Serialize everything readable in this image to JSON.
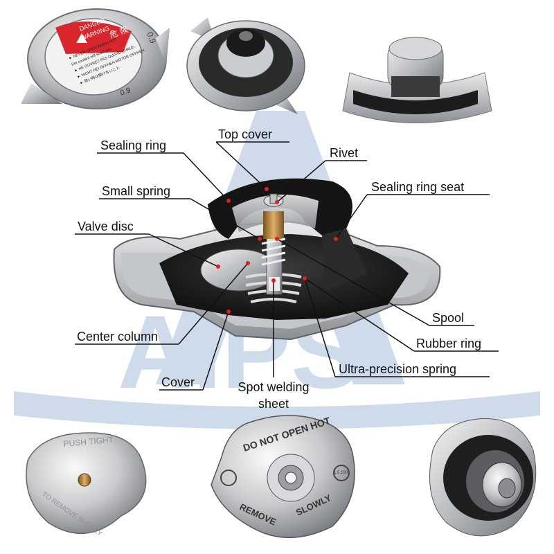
{
  "watermark": {
    "text": "AIPS",
    "color": "#9fb8d6"
  },
  "labels": {
    "top_cover": "Top cover",
    "sealing_ring": "Sealing ring",
    "rivet": "Rivet",
    "small_spring": "Small spring",
    "sealing_ring_seat": "Sealing ring seat",
    "valve_disc": "Valve disc",
    "spool": "Spool",
    "center_column": "Center column",
    "rubber_ring": "Rubber ring",
    "ultra_precision_spring": "Ultra-precision spring",
    "cover": "Cover",
    "spot_welding_line1": "Spot welding",
    "spot_welding_line2": "sheet"
  },
  "cap_prints": {
    "warning_header_1": "DANGER",
    "warning_header_2": "WARNING",
    "warning_kanji": "危 険",
    "warning_lines": [
      "► NEVER OPEN WHEN HOT.",
      "Hot coolant will scald you.",
      "► NE OUVREZ PAS QUAND CHAUD.",
      "► NICHT HEI ÖFFNEN MOTOR OFFNEN.",
      "► 熱い時は開けないこと"
    ],
    "pressure_rating": "0.9",
    "push_tight": "PUSH TIGHT",
    "remove_slowly": "TO REMOVE SLOWLY",
    "do_not_open_hot": "DO NOT OPEN HOT",
    "remove": "REMOVE",
    "slowly": "SLOWLY",
    "rating_badge": "1.5 100"
  },
  "colors": {
    "line": "#111111",
    "marker": "#e0201f",
    "warning_red": "#d8262c",
    "metal_light": "#e6e6e6",
    "metal_dark": "#8a8d92",
    "rubber": "#1d1d1d",
    "brass": "#b9843a"
  }
}
